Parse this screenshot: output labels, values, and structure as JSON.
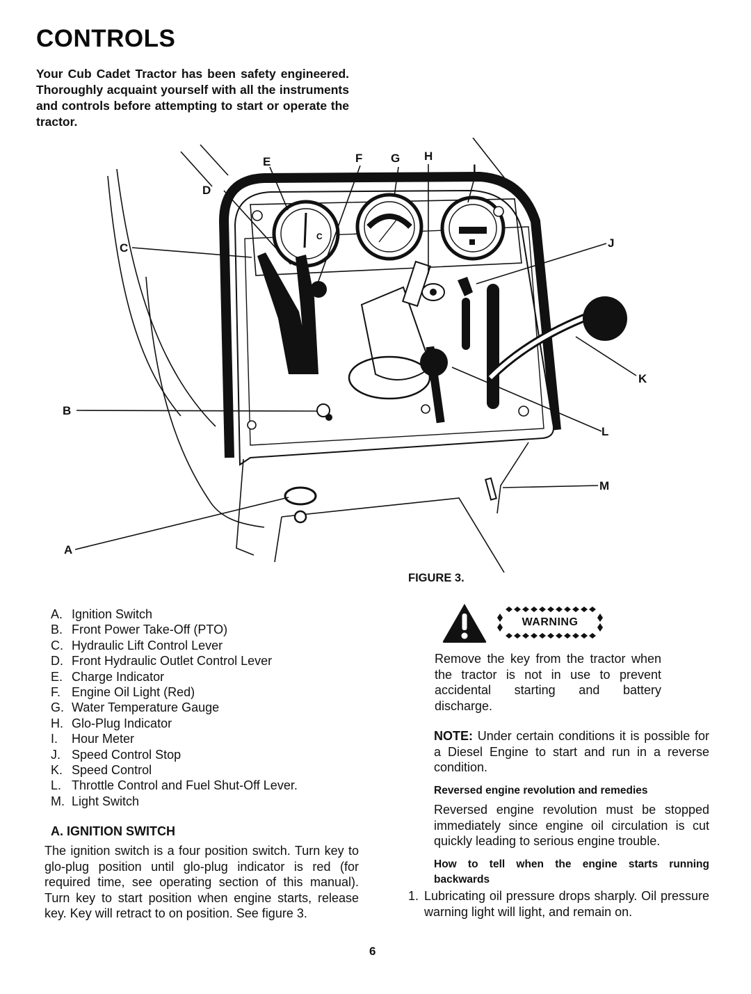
{
  "page": {
    "title": "CONTROLS",
    "intro": "Your Cub Cadet Tractor has been safety engineered. Thoroughly acquaint yourself with all the instruments and controls before attempting to start or operate the tractor.",
    "page_number": "6"
  },
  "figure": {
    "caption": "FIGURE 3.",
    "callouts": [
      "A",
      "B",
      "C",
      "D",
      "E",
      "F",
      "G",
      "H",
      "I",
      "J",
      "K",
      "L",
      "M"
    ]
  },
  "legend": [
    {
      "key": "A.",
      "label": "Ignition Switch"
    },
    {
      "key": "B.",
      "label": "Front Power Take-Off (PTO)"
    },
    {
      "key": "C.",
      "label": "Hydraulic Lift Control Lever"
    },
    {
      "key": "D.",
      "label": "Front Hydraulic Outlet Control Lever"
    },
    {
      "key": "E.",
      "label": "Charge Indicator"
    },
    {
      "key": "F.",
      "label": "Engine Oil Light (Red)"
    },
    {
      "key": "G.",
      "label": "Water Temperature Gauge"
    },
    {
      "key": "H.",
      "label": "Glo-Plug Indicator"
    },
    {
      "key": "I.",
      "label": "Hour Meter"
    },
    {
      "key": "J.",
      "label": "Speed Control Stop"
    },
    {
      "key": "K.",
      "label": "Speed Control"
    },
    {
      "key": "L.",
      "label": "Throttle Control and Fuel Shut-Off Lever."
    },
    {
      "key": "M.",
      "label": "Light Switch"
    }
  ],
  "ignition_section": {
    "heading": "A. IGNITION SWITCH",
    "body": "The ignition switch is a four position switch. Turn key to glo-plug position until glo-plug indicator is red (for required time, see operating section of this manual). Turn key to start position when engine starts, release key. Key will retract to on position. See figure 3."
  },
  "warning": {
    "icon": "warning-triangle-icon",
    "label": "WARNING",
    "text": "Remove the key from the tractor when the tractor is not in use to prevent accidental starting and battery discharge."
  },
  "note": {
    "label": "NOTE:",
    "text": " Under certain conditions it is possible for a Diesel Engine to start and run in a reverse condition."
  },
  "reversed": {
    "heading": "Reversed engine revolution and remedies",
    "body": "Reversed engine revolution must be stopped immediately since engine oil circulation is cut quickly leading to serious engine trouble."
  },
  "how_to_tell": {
    "heading": "How to tell when the engine starts running backwards",
    "steps": [
      {
        "num": "1.",
        "text": "Lubricating oil pressure drops sharply. Oil pressure warning light will light, and remain on."
      }
    ]
  }
}
